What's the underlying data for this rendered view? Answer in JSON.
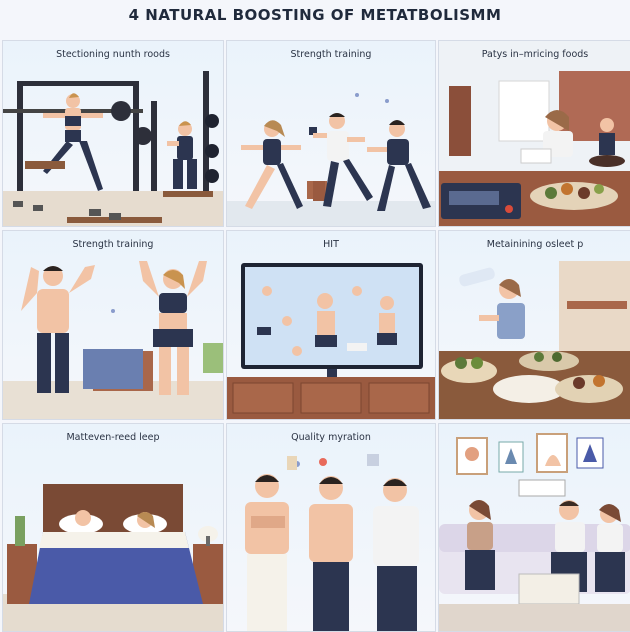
{
  "title": "4 NATURAL BOOSTING OF METATBOLISMM",
  "panels": [
    {
      "caption": "Stectioning nunth   roods"
    },
    {
      "caption": "Strength training"
    },
    {
      "caption": "Patys in–mricing foods"
    },
    {
      "caption": "Strength training"
    },
    {
      "caption": "HIT"
    },
    {
      "caption": "Metainining osleet  p"
    },
    {
      "caption": "Matteven-reed leep"
    },
    {
      "caption": "Quality myration"
    },
    {
      "caption": ""
    }
  ],
  "colors": {
    "skin": "#f2c3a5",
    "navy": "#2c3550",
    "wood": "#a9674a",
    "blanket": "#4a5aa8",
    "bg": "#eaf3fb"
  }
}
